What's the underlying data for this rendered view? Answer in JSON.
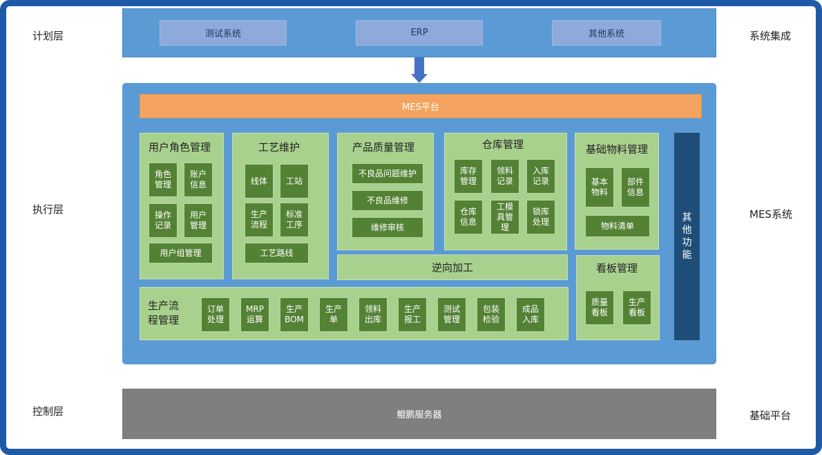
{
  "layers": {
    "plan": "计划层",
    "exec": "执行层",
    "ctrl": "控制层"
  },
  "right_labels": {
    "integration": "系统集成",
    "mes": "MES系统",
    "base": "基础平台"
  },
  "plan_systems": [
    "测试系统",
    "ERP",
    "其他系统"
  ],
  "mes_platform": "MES平台",
  "modules": {
    "user": {
      "title": "用户角色管理",
      "items": [
        "角色\n管理",
        "账户\n信息",
        "操作\n记录",
        "用户\n管理",
        "用户组管理"
      ]
    },
    "process": {
      "title": "工艺维护",
      "items": [
        "线体",
        "工站",
        "生产\n流程",
        "标准\n工序",
        "工艺路线"
      ]
    },
    "quality": {
      "title": "产品质量管理",
      "items": [
        "不良品问题维护",
        "不良品维修",
        "维修审核"
      ]
    },
    "warehouse": {
      "title": "仓库管理",
      "items": [
        "库存\n管理",
        "领料\n记录",
        "入库\n记录",
        "仓库\n信息",
        "工模\n具管\n理",
        "锁库\n处理"
      ]
    },
    "material": {
      "title": "基础物料管理",
      "items": [
        "基本\n物料",
        "部件\n信息",
        "物料清单"
      ]
    },
    "reverse": {
      "title": "逆向加工"
    },
    "board": {
      "title": "看板管理",
      "items": [
        "质量\n看板",
        "生产\n看板"
      ]
    },
    "production": {
      "title": "生产流\n程管理",
      "items": [
        "订单\n处理",
        "MRP\n运算",
        "生产\nBOM",
        "生产\n单",
        "领料\n出库",
        "生产\n报工",
        "测试\n管理",
        "包装\n检验",
        "成品\n入库"
      ]
    },
    "other": "其\n他\n功\n能"
  },
  "control_platform": "鲲鹏服务器"
}
